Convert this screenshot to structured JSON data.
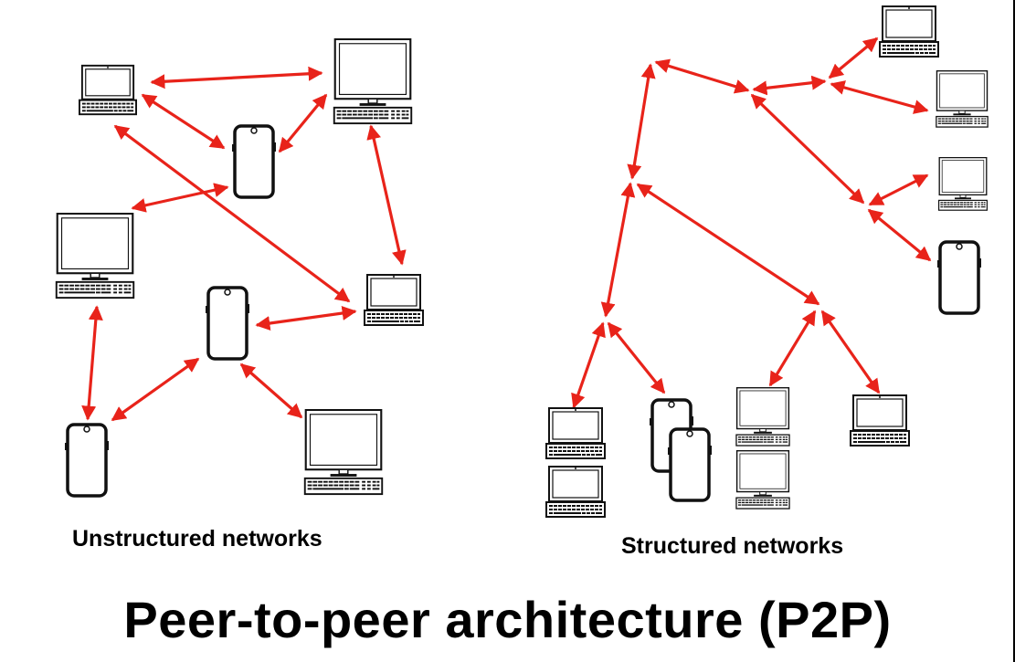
{
  "title": "Peer-to-peer architecture (P2P)",
  "captions": {
    "unstructured": "Unstructured networks",
    "structured": "Structured networks"
  },
  "colors": {
    "edge": "#e8231a",
    "device_stroke": "#111111",
    "background": "#ffffff"
  },
  "unstructured_network": {
    "nodes": [
      {
        "id": "u-laptop-top-left",
        "kind": "laptop-icon"
      },
      {
        "id": "u-monitor-top-right",
        "kind": "desktop-icon"
      },
      {
        "id": "u-phone-center",
        "kind": "phone-icon"
      },
      {
        "id": "u-monitor-left",
        "kind": "desktop-icon"
      },
      {
        "id": "u-laptop-right",
        "kind": "laptop-icon"
      },
      {
        "id": "u-phone-lower-center",
        "kind": "phone-icon"
      },
      {
        "id": "u-phone-bottom-left",
        "kind": "phone-icon"
      },
      {
        "id": "u-monitor-bottom-right",
        "kind": "desktop-icon"
      }
    ],
    "edges": [
      [
        "u-laptop-top-left",
        "u-monitor-top-right"
      ],
      [
        "u-laptop-top-left",
        "u-phone-center"
      ],
      [
        "u-phone-center",
        "u-monitor-top-right"
      ],
      [
        "u-laptop-top-left",
        "u-laptop-right"
      ],
      [
        "u-monitor-top-right",
        "u-laptop-right"
      ],
      [
        "u-monitor-left",
        "u-phone-center"
      ],
      [
        "u-phone-lower-center",
        "u-laptop-right"
      ],
      [
        "u-monitor-left",
        "u-phone-bottom-left"
      ],
      [
        "u-phone-bottom-left",
        "u-phone-lower-center"
      ],
      [
        "u-phone-lower-center",
        "u-monitor-bottom-right"
      ]
    ]
  },
  "structured_network": {
    "nodes": [
      {
        "id": "s-hub-top",
        "kind": "hub"
      },
      {
        "id": "s-hub-a",
        "kind": "hub"
      },
      {
        "id": "s-hub-b",
        "kind": "hub"
      },
      {
        "id": "s-hub-c",
        "kind": "hub"
      },
      {
        "id": "s-hub-d",
        "kind": "hub"
      },
      {
        "id": "s-hub-e",
        "kind": "hub"
      },
      {
        "id": "s-hub-f",
        "kind": "hub"
      },
      {
        "id": "s-desktop-1",
        "kind": "desktop-icon"
      },
      {
        "id": "s-desktop-2",
        "kind": "desktop-icon"
      },
      {
        "id": "s-laptop-1",
        "kind": "laptop-icon"
      },
      {
        "id": "s-phone-1",
        "kind": "phone-icon"
      },
      {
        "id": "s-laptop-stack",
        "kind": "laptop-icon"
      },
      {
        "id": "s-phone-stack",
        "kind": "phone-icon"
      },
      {
        "id": "s-desktop-stack",
        "kind": "desktop-icon"
      },
      {
        "id": "s-laptop-2",
        "kind": "laptop-icon"
      }
    ],
    "edges": [
      [
        "s-hub-top",
        "s-hub-a"
      ],
      [
        "s-hub-a",
        "s-hub-b"
      ],
      [
        "s-hub-b",
        "s-desktop-1"
      ],
      [
        "s-hub-b",
        "s-desktop-2"
      ],
      [
        "s-hub-a",
        "s-hub-c"
      ],
      [
        "s-hub-c",
        "s-laptop-1"
      ],
      [
        "s-hub-c",
        "s-phone-1"
      ],
      [
        "s-hub-top",
        "s-hub-d"
      ],
      [
        "s-hub-d",
        "s-hub-e"
      ],
      [
        "s-hub-e",
        "s-laptop-stack"
      ],
      [
        "s-hub-e",
        "s-phone-stack"
      ],
      [
        "s-hub-d",
        "s-hub-f"
      ],
      [
        "s-hub-f",
        "s-desktop-stack"
      ],
      [
        "s-hub-f",
        "s-laptop-2"
      ]
    ]
  }
}
